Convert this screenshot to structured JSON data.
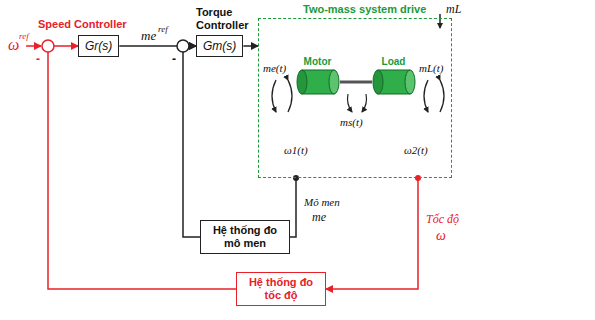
{
  "diagram": {
    "nodes": [
      {
        "text": [
          "Gr(s)"
        ]
      },
      {
        "text": [
          "Gm(s)"
        ]
      },
      {
        "text": [
          "Two-mass system drive"
        ]
      },
      {
        "text": [
          "Motor"
        ],
        "in": 2
      },
      {
        "text": [
          "Load"
        ],
        "in": 2
      },
      {
        "text": [
          "Hệ thống đo mô men"
        ]
      },
      {
        "text": [
          "Hệ thống đo tốc độ"
        ]
      }
    ],
    "edges": [
      {
        "from": 0,
        "to": 1,
        "arrow": "to"
      },
      {
        "from": 1,
        "to": 2,
        "arrow": "to"
      },
      {
        "from": 2,
        "to": 5,
        "arrow": "none"
      },
      {
        "from": 5,
        "to": 1,
        "arrow": "to"
      },
      {
        "from": 2,
        "to": 6,
        "arrow": "to"
      },
      {
        "from": 6,
        "to": 0,
        "arrow": "to"
      }
    ],
    "labels": [
      "ω",
      "ref",
      "Speed Controller",
      "me",
      "ref",
      "Torque Controller",
      "-",
      "-",
      "mL",
      "me(t)",
      "mL(t)",
      "ms(t)",
      "ω1(t)",
      "ω2(t)",
      "Mô men",
      "me",
      "Tốc độ",
      "ω"
    ]
  }
}
